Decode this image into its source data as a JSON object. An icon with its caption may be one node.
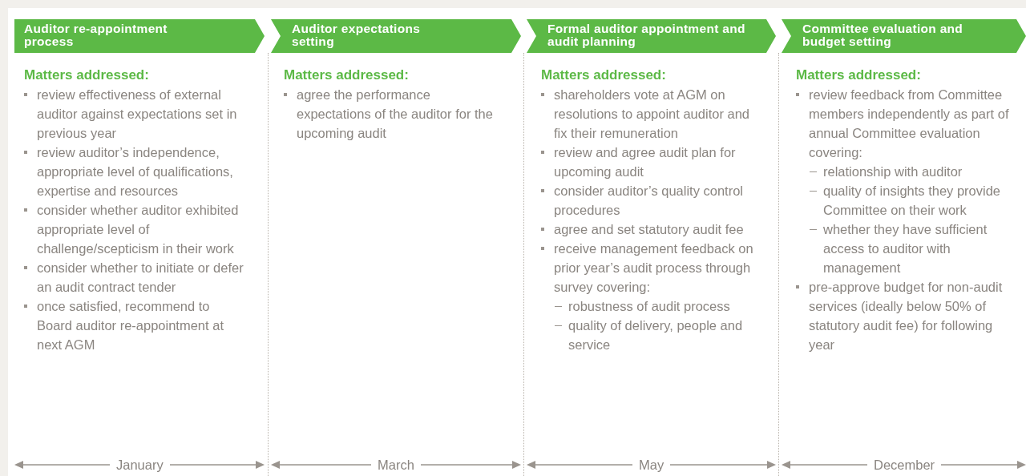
{
  "diagram": {
    "nodes": [
      {
        "text": [
          "Auditor re-appointment process",
          "Matters addressed:",
          "review effectiveness of external auditor against expectations set in previous year",
          "review auditor’s independence, appropriate level of qualifications, expertise and resources",
          "consider whether auditor exhibited appropriate level of challenge/scepticism in their work",
          "consider whether to initiate or defer an audit contract tender",
          "once satisfied, recommend to Board auditor re-appointment at next AGM",
          "January"
        ]
      },
      {
        "text": [
          "Auditor expectations setting",
          "Matters addressed:",
          "agree the performance expectations of the auditor for the upcoming audit",
          "March"
        ]
      },
      {
        "text": [
          "Formal auditor appointment and audit planning",
          "Matters addressed:",
          "shareholders vote at AGM on resolutions to appoint auditor and fix their remuneration",
          "review and agree audit plan for upcoming audit",
          "consider auditor’s quality control procedures",
          "agree and set statutory audit fee",
          "receive management feedback on prior year’s audit process through survey covering:",
          "robustness of audit process",
          "quality of delivery, people and service",
          "May"
        ]
      },
      {
        "text": [
          "Committee evaluation and budget setting",
          "Matters addressed:",
          "review feedback from Committee members independently as part of annual Committee evaluation covering:",
          "relationship with auditor",
          "quality of insights they provide Committee on their work",
          "whether they have sufficient access to auditor with management",
          "pre-approve budget for non-audit services (ideally below 50% of statutory audit fee) for following year",
          "December"
        ]
      }
    ]
  }
}
